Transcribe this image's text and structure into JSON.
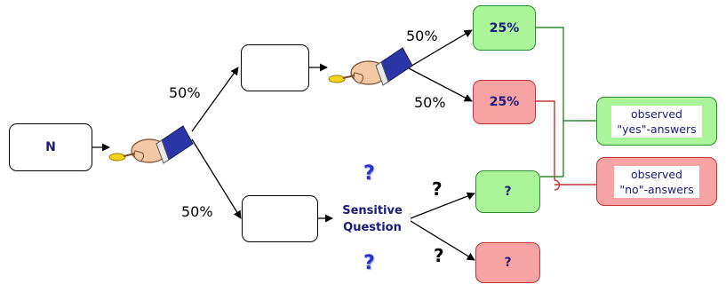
{
  "start": {
    "label": "N"
  },
  "branch_probabilities": {
    "top_first": "50%",
    "bottom_first": "50%",
    "top_upper": "50%",
    "top_lower": "50%"
  },
  "outcomes": {
    "yes_top": "25%",
    "no_top": "25%",
    "yes_sensitive": "?",
    "no_sensitive": "?"
  },
  "sensitive_question": {
    "line1": "Sensitive",
    "line2": "Question",
    "mark_above": "?",
    "mark_below": "?",
    "mark_upper_branch": "?",
    "mark_lower_branch": "?"
  },
  "observed": {
    "yes_line1": "observed",
    "yes_line2": "\"yes\"-answers",
    "no_line1": "observed",
    "no_line2": "\"no\"-answers"
  },
  "icons": {
    "coin_hand": "hand-flipping-coin-icon"
  },
  "colors": {
    "yes_fill": "#aaf59a",
    "yes_line": "#2e8a2e",
    "no_fill": "#f7a3a3",
    "no_line": "#c43636",
    "text_blue": "#1a1a7a",
    "question_blue": "#2b33c7"
  }
}
